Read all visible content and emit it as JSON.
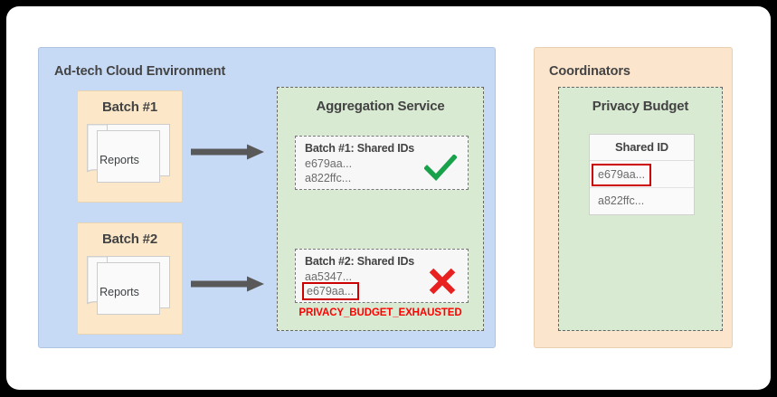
{
  "diagram": {
    "title_visible": false
  },
  "adtech": {
    "title": "Ad-tech Cloud Environment",
    "bg_color": "#c6d9f5",
    "batches": [
      {
        "label": "Batch #1",
        "doc_label": "Reports",
        "icon": "documents-stack-icon"
      },
      {
        "label": "Batch #2",
        "doc_label": "Reports",
        "icon": "documents-stack-icon"
      }
    ],
    "arrows": [
      {
        "name": "arrow-batch1-to-aggregation",
        "direction": "right"
      },
      {
        "name": "arrow-batch2-to-aggregation",
        "direction": "right"
      }
    ]
  },
  "aggregation": {
    "title": "Aggregation Service",
    "bg_color": "#d9ead3",
    "cards": [
      {
        "title": "Batch #1: Shared IDs",
        "ids": [
          "e679aa...",
          "a822ffc..."
        ],
        "highlighted_id_index": null,
        "status": "success",
        "status_icon": "green-check-icon"
      },
      {
        "title": "Batch #2: Shared IDs",
        "ids": [
          "aa5347...",
          "e679aa..."
        ],
        "highlighted_id_index": 1,
        "status": "error",
        "status_icon": "red-cross-icon"
      }
    ],
    "error_message": "PRIVACY_BUDGET_EXHAUSTED",
    "error_color": "#ff0000"
  },
  "coordinators": {
    "title": "Coordinators",
    "bg_color": "#fce5cd",
    "privacy_budget": {
      "title": "Privacy Budget",
      "bg_color": "#d9ead3",
      "table": {
        "column_header": "Shared ID",
        "rows": [
          {
            "value": "e679aa...",
            "highlighted": true
          },
          {
            "value": "a822ffc...",
            "highlighted": false
          }
        ]
      }
    }
  },
  "colors": {
    "highlight_red": "#cc0000",
    "success_green": "#1aa14b",
    "error_red": "#e82020",
    "arrow_gray": "#595959",
    "batch_yellow": "#fce8c8"
  }
}
